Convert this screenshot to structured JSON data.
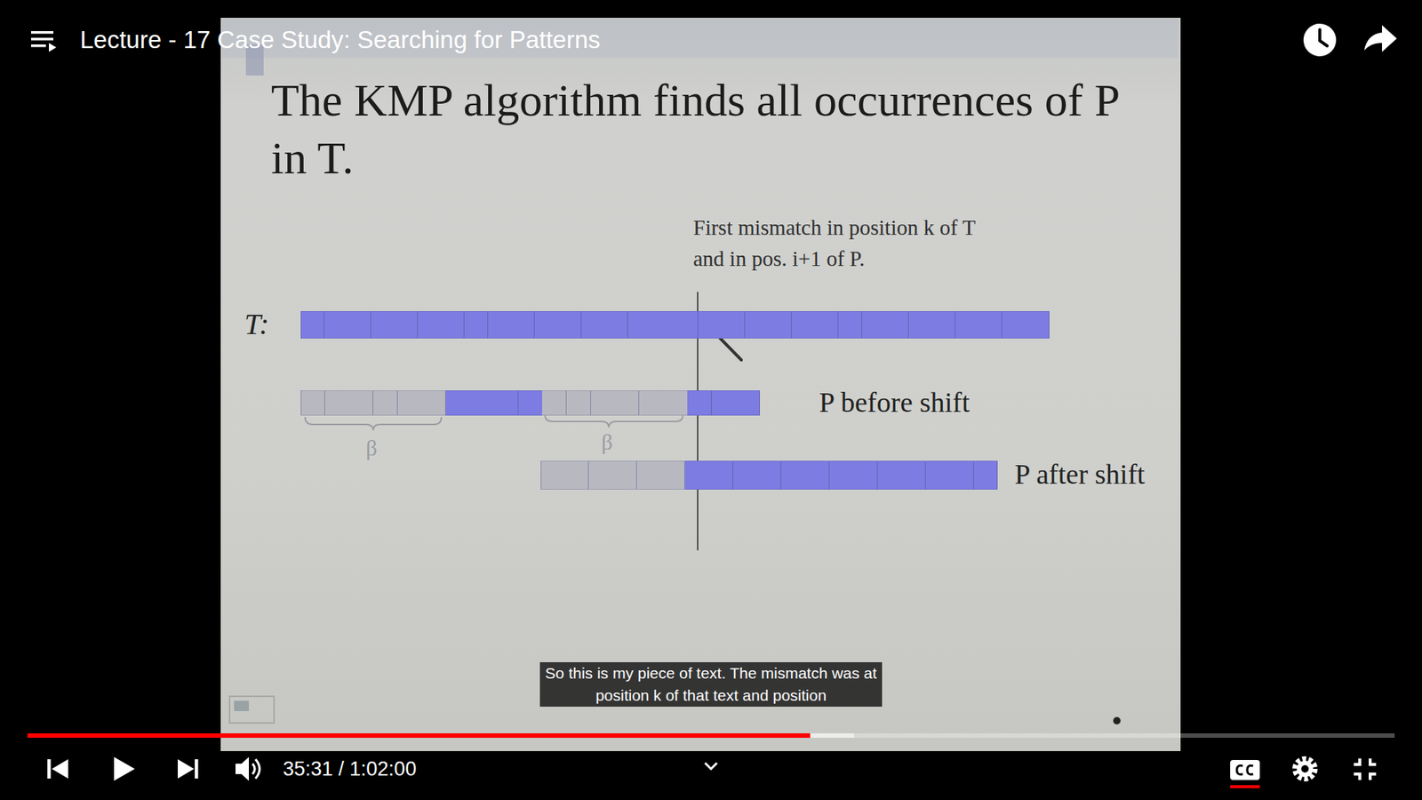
{
  "diagram": {
    "title": "The KMP algorithm finds all occurrences of P in T.",
    "nodes": [
      {
        "text": [
          "T:"
        ]
      },
      {
        "text": [
          "P before shift"
        ]
      },
      {
        "text": [
          "P after shift"
        ]
      }
    ],
    "labels": [
      "Lecture - 17 Case Study: Searching for Patterns",
      "First mismatch in position k of T and in pos. i+1 of P.",
      "β",
      "β",
      "So this is my piece of text. The mismatch was at position k of that text and position",
      "35:31 / 1:02:00"
    ]
  }
}
